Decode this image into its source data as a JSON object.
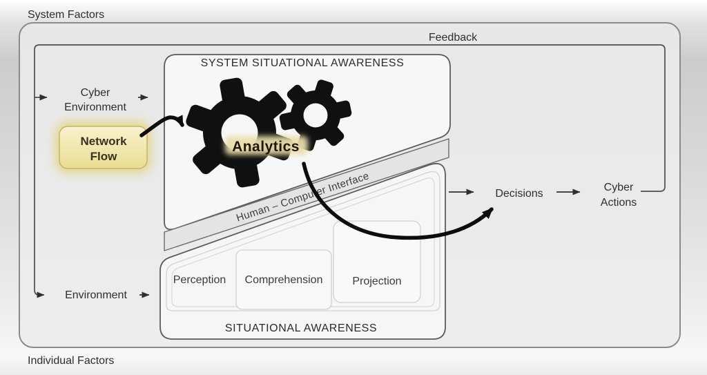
{
  "outer_labels": {
    "system_factors": "System Factors",
    "individual_factors": "Individual Factors",
    "feedback": "Feedback"
  },
  "nodes": {
    "cyber_environment": {
      "line1": "Cyber",
      "line2": "Environment"
    },
    "network_flow": {
      "line1": "Network",
      "line2": "Flow"
    },
    "environment": "Environment",
    "analytics": "Analytics",
    "decisions": "Decisions",
    "cyber_actions": {
      "line1": "Cyber",
      "line2": "Actions"
    }
  },
  "system_sa_box": {
    "title": "SYSTEM SITUATIONAL AWARENESS"
  },
  "hci_band": {
    "label": "Human – Computer Interface"
  },
  "sa_box": {
    "title": "SITUATIONAL AWARENESS",
    "stages": [
      "Perception",
      "Comprehension",
      "Projection"
    ]
  },
  "icons": {
    "large_gear": "gear-icon",
    "small_gear": "gear-icon"
  },
  "colors": {
    "gear": "#101010",
    "network_flow_top": "#f9f3cd",
    "network_flow_bottom": "#e9dc92",
    "network_flow_border": "#c5b468",
    "network_flow_glow": "#e3d583",
    "analytics_glow": "#e9ddab",
    "arrow_thin": "#2f2f2f",
    "arrow_thick": "#0d0d0d",
    "box_border": "#5f5f5f",
    "outer_border": "#8a8a8a"
  }
}
